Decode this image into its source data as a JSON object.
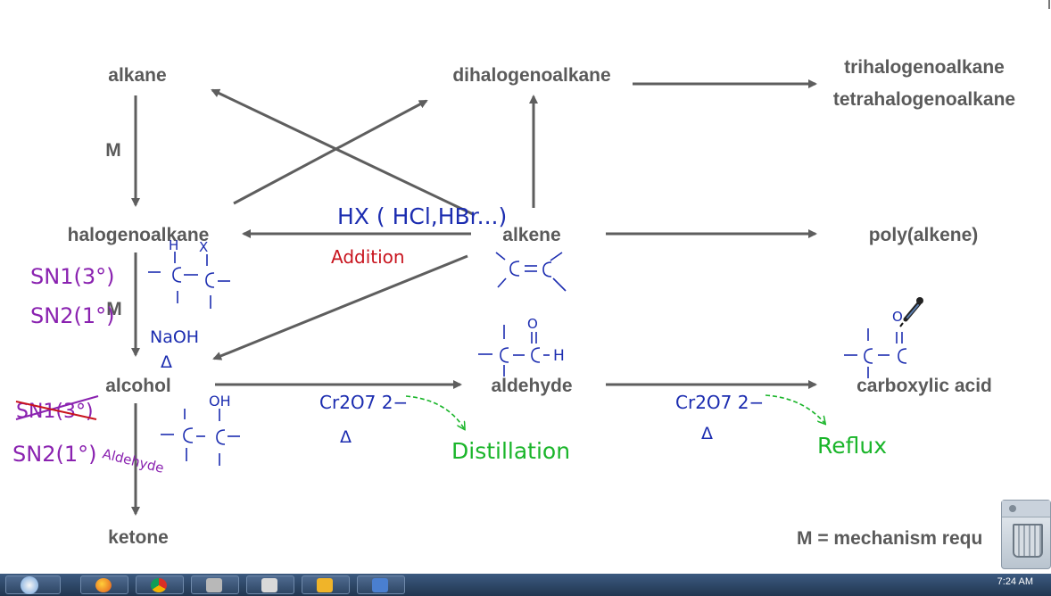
{
  "nodes": {
    "alkane": "alkane",
    "dihalogenoalkane": "dihalogenoalkane",
    "trihalogenoalkane": "trihalogenoalkane",
    "tetrahalogenoalkane": "tetrahalogenoalkane",
    "halogenoalkane": "halogenoalkane",
    "alkene": "alkene",
    "polyalkene": "poly(alkene)",
    "alcohol": "alcohol",
    "aldehyde": "aldehyde",
    "carboxylic_acid": "carboxylic acid",
    "ketone": "ketone"
  },
  "labels": {
    "m_top": "M",
    "m_mid": "M",
    "legend": "M = mechanism requ"
  },
  "annotations": {
    "hx": "HX ( HCl,HBr...)",
    "addition": "Addition",
    "sn1": "SN1(3°)",
    "sn2": "SN2(1°)",
    "naoh": "NaOH",
    "delta1": "Δ",
    "sn1_crossed": "SN1(3°)",
    "sn2_aldehyde": "SN2(1°)",
    "aldehyde_note": "Aldehyde",
    "cr2o7_1": "Cr2O7 2−",
    "delta2": "Δ",
    "distillation": "Distillation",
    "cr2o7_2": "Cr2O7 2−",
    "delta3": "Δ",
    "reflux": "Reflux"
  },
  "structures": {
    "halo_h": "H",
    "halo_x": "X",
    "alc_oh": "OH",
    "ald_o": "O",
    "ald_h": "H",
    "acid_o": "O"
  },
  "taskbar": {
    "clock": "7:24 AM"
  },
  "colors": {
    "node_text": "#5a5a5a",
    "arrow": "#5e5e5e",
    "ink_blue": "#1c2db0",
    "ink_purple": "#8a22b0",
    "ink_green": "#1ab52a",
    "ink_red": "#c8141e"
  }
}
